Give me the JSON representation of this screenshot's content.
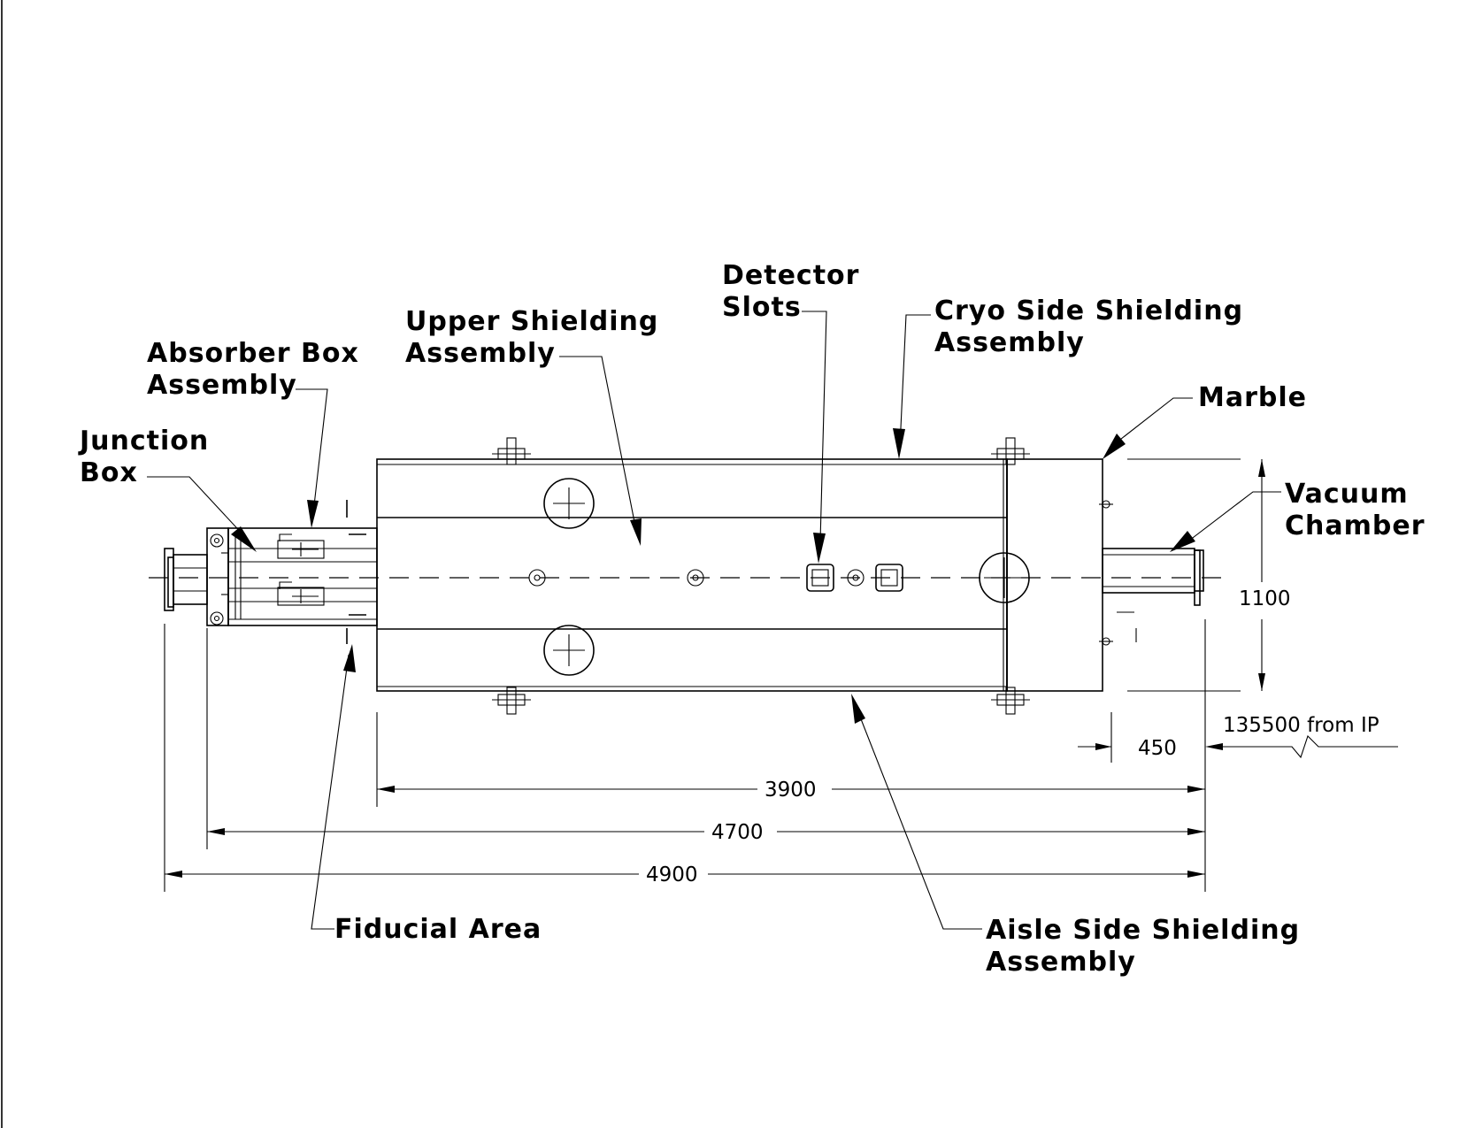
{
  "labels": {
    "detector_slots": [
      "Detector",
      "Slots"
    ],
    "upper_shielding": [
      "Upper Shielding",
      "Assembly"
    ],
    "cryo_side_shielding": [
      "Cryo Side Shielding",
      "Assembly"
    ],
    "absorber_box": [
      "Absorber Box",
      "Assembly"
    ],
    "junction_box": [
      "Junction",
      "Box"
    ],
    "marble": "Marble",
    "vacuum_chamber": [
      "Vacuum",
      "Chamber"
    ],
    "fiducial_area": "Fiducial Area",
    "aisle_side_shielding": [
      "Aisle Side Shielding",
      "Assembly"
    ]
  },
  "dimensions": {
    "height": "1100",
    "offset": "450",
    "from_ip": "135500 from IP",
    "length_3900": "3900",
    "length_4700": "4700",
    "length_4900": "4900"
  }
}
